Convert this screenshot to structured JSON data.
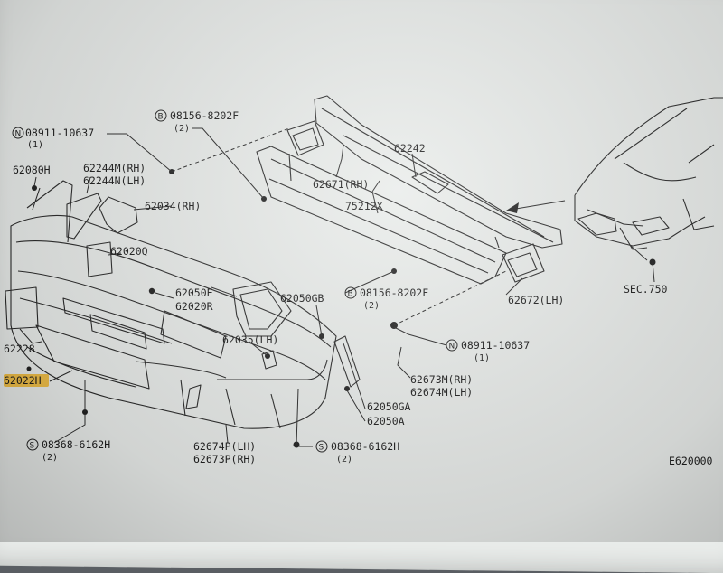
{
  "figure_code": "E620000",
  "labels": {
    "p62080H": "62080H",
    "p62244M": "62244M(RH)",
    "p62244N": "62244N(LH)",
    "p62034": "62034(RH)",
    "p62020Q": "62020Q",
    "p62050E": "62050E",
    "p62020R": "62020R",
    "p62035": "62035(LH)",
    "p62050GB": "62050GB",
    "p62228": "62228",
    "p62022H": "62022H",
    "p62674P": "62674P(LH)",
    "p62673P": "62673P(RH)",
    "p62050GA": "62050GA",
    "p62050A": "62050A",
    "p62673M": "62673M(RH)",
    "p62674M": "62674M(LH)",
    "p62671": "62671(RH)",
    "p75212X": "75212X",
    "p62242": "62242",
    "p62672": "62672(LH)",
    "sec750": "SEC.750"
  },
  "fasteners": {
    "f1_letter": "N",
    "f1_code": "08911-10637",
    "f1_qty": "(1)",
    "f2_letter": "B",
    "f2_code": "08156-8202F",
    "f2_qty": "(2)",
    "f3_letter": "B",
    "f3_code": "08156-8202F",
    "f3_qty": "(2)",
    "f4_letter": "N",
    "f4_code": "08911-10637",
    "f4_qty": "(1)",
    "f5_letter": "S",
    "f5_code": "08368-6162H",
    "f5_qty": "(2)",
    "f6_letter": "S",
    "f6_code": "08368-6162H",
    "f6_qty": "(2)"
  },
  "colors": {
    "paper": "#e9ecea",
    "ink": "#2a2a2a",
    "highlight": "#f0b62b"
  }
}
